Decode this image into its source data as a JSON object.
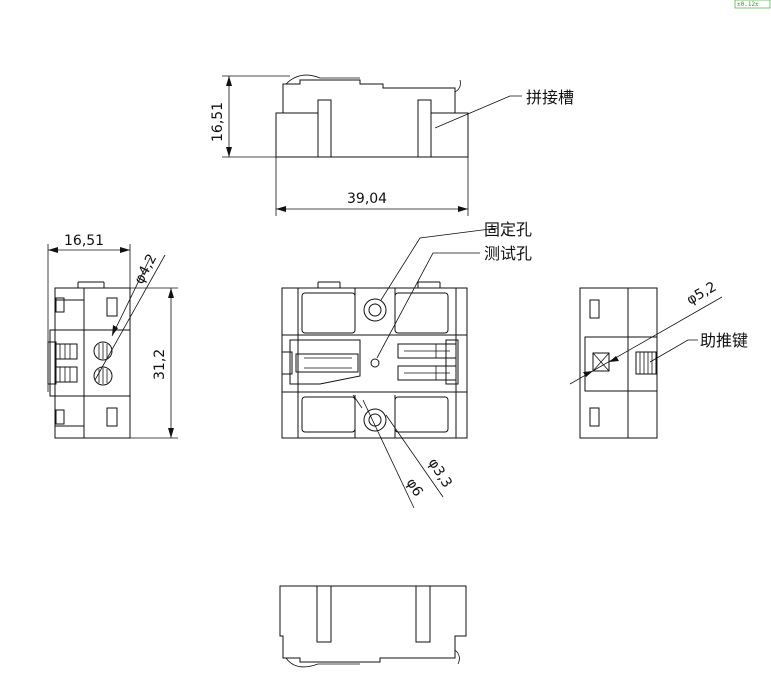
{
  "dimensions": {
    "top_height": "16,51",
    "top_width": "39,04",
    "left_width": "16,51",
    "left_height": "31,2",
    "dia_small_left": "φ4,2",
    "dia_right": "φ5,2",
    "dia_hole_inner": "φ3,3",
    "dia_hole_outer": "φ6"
  },
  "callouts": {
    "splice_slot": "拼接槽",
    "fixing_hole": "固定孔",
    "test_hole": "测试孔",
    "push_key": "助推键"
  },
  "badge": "±0.12±",
  "colors": {
    "line": "#111111",
    "badge": "#2a9a2a"
  }
}
